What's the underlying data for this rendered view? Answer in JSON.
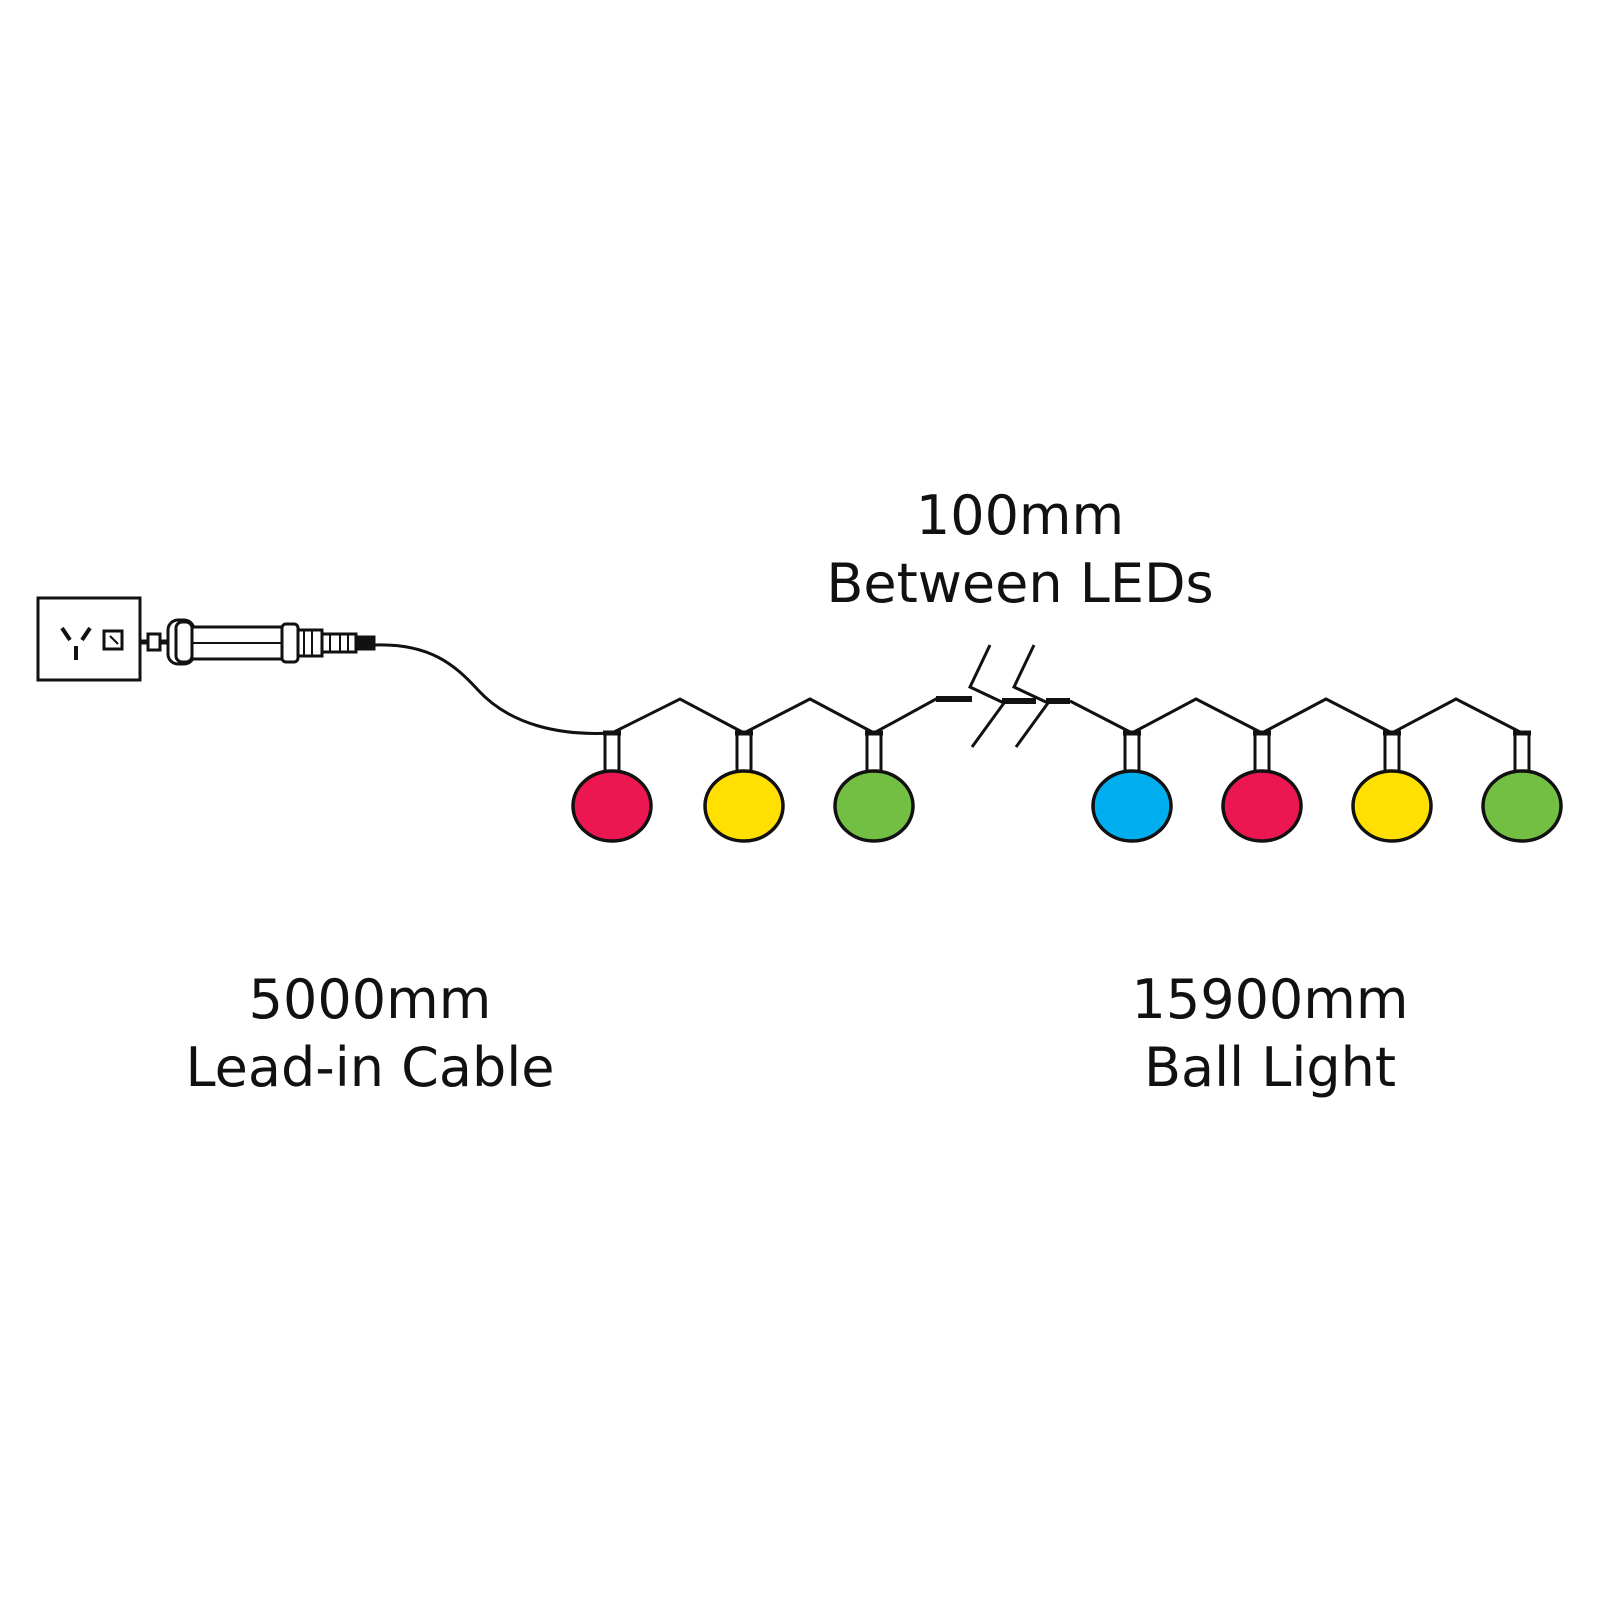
{
  "labels": {
    "spacing_value": "100mm",
    "spacing_caption": "Between LEDs",
    "lead_value": "5000mm",
    "lead_caption": "Lead-in Cable",
    "light_value": "15900mm",
    "light_caption": "Ball Light"
  },
  "bulbs_before_break": [
    {
      "color": "red",
      "hex": "#ec1651"
    },
    {
      "color": "yellow",
      "hex": "#ffe000"
    },
    {
      "color": "green",
      "hex": "#72bf44"
    }
  ],
  "bulbs_after_break": [
    {
      "color": "blue",
      "hex": "#00aeef"
    },
    {
      "color": "red",
      "hex": "#ec1651"
    },
    {
      "color": "yellow",
      "hex": "#ffe000"
    },
    {
      "color": "green",
      "hex": "#72bf44"
    }
  ],
  "icons": {
    "power_outlet": "power-outlet-icon",
    "adapter": "plug-adapter-icon",
    "break_marks": "break-marks-icon"
  },
  "colors": {
    "line": "#111111",
    "background": "#ffffff"
  }
}
